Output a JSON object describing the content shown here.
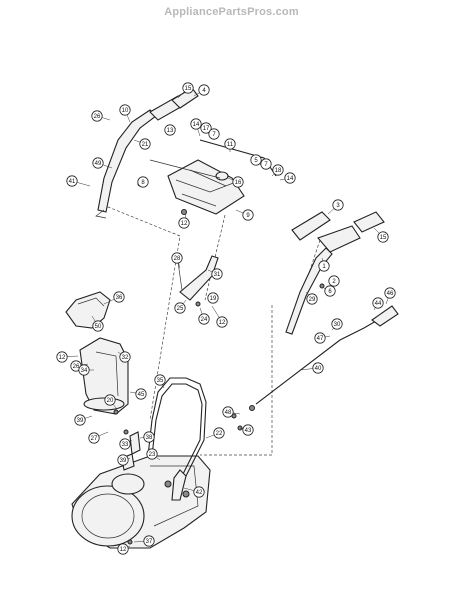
{
  "watermark": "AppliancePartsPros.com",
  "callouts": [
    "1",
    "2",
    "3",
    "4",
    "5",
    "6",
    "7",
    "8",
    "9",
    "10",
    "11",
    "12",
    "13",
    "14",
    "15",
    "16",
    "17",
    "18",
    "19",
    "20",
    "21",
    "22",
    "23",
    "24",
    "25",
    "26",
    "27",
    "28",
    "29",
    "30",
    "31",
    "32",
    "33",
    "34",
    "35",
    "36",
    "37",
    "38",
    "39",
    "40",
    "41",
    "42",
    "43",
    "44",
    "45",
    "46",
    "47",
    "48",
    "49",
    "50"
  ],
  "colors": {
    "line": "#222222",
    "part_fill": "#f2f2f2",
    "watermark": "#b8b8b8"
  }
}
